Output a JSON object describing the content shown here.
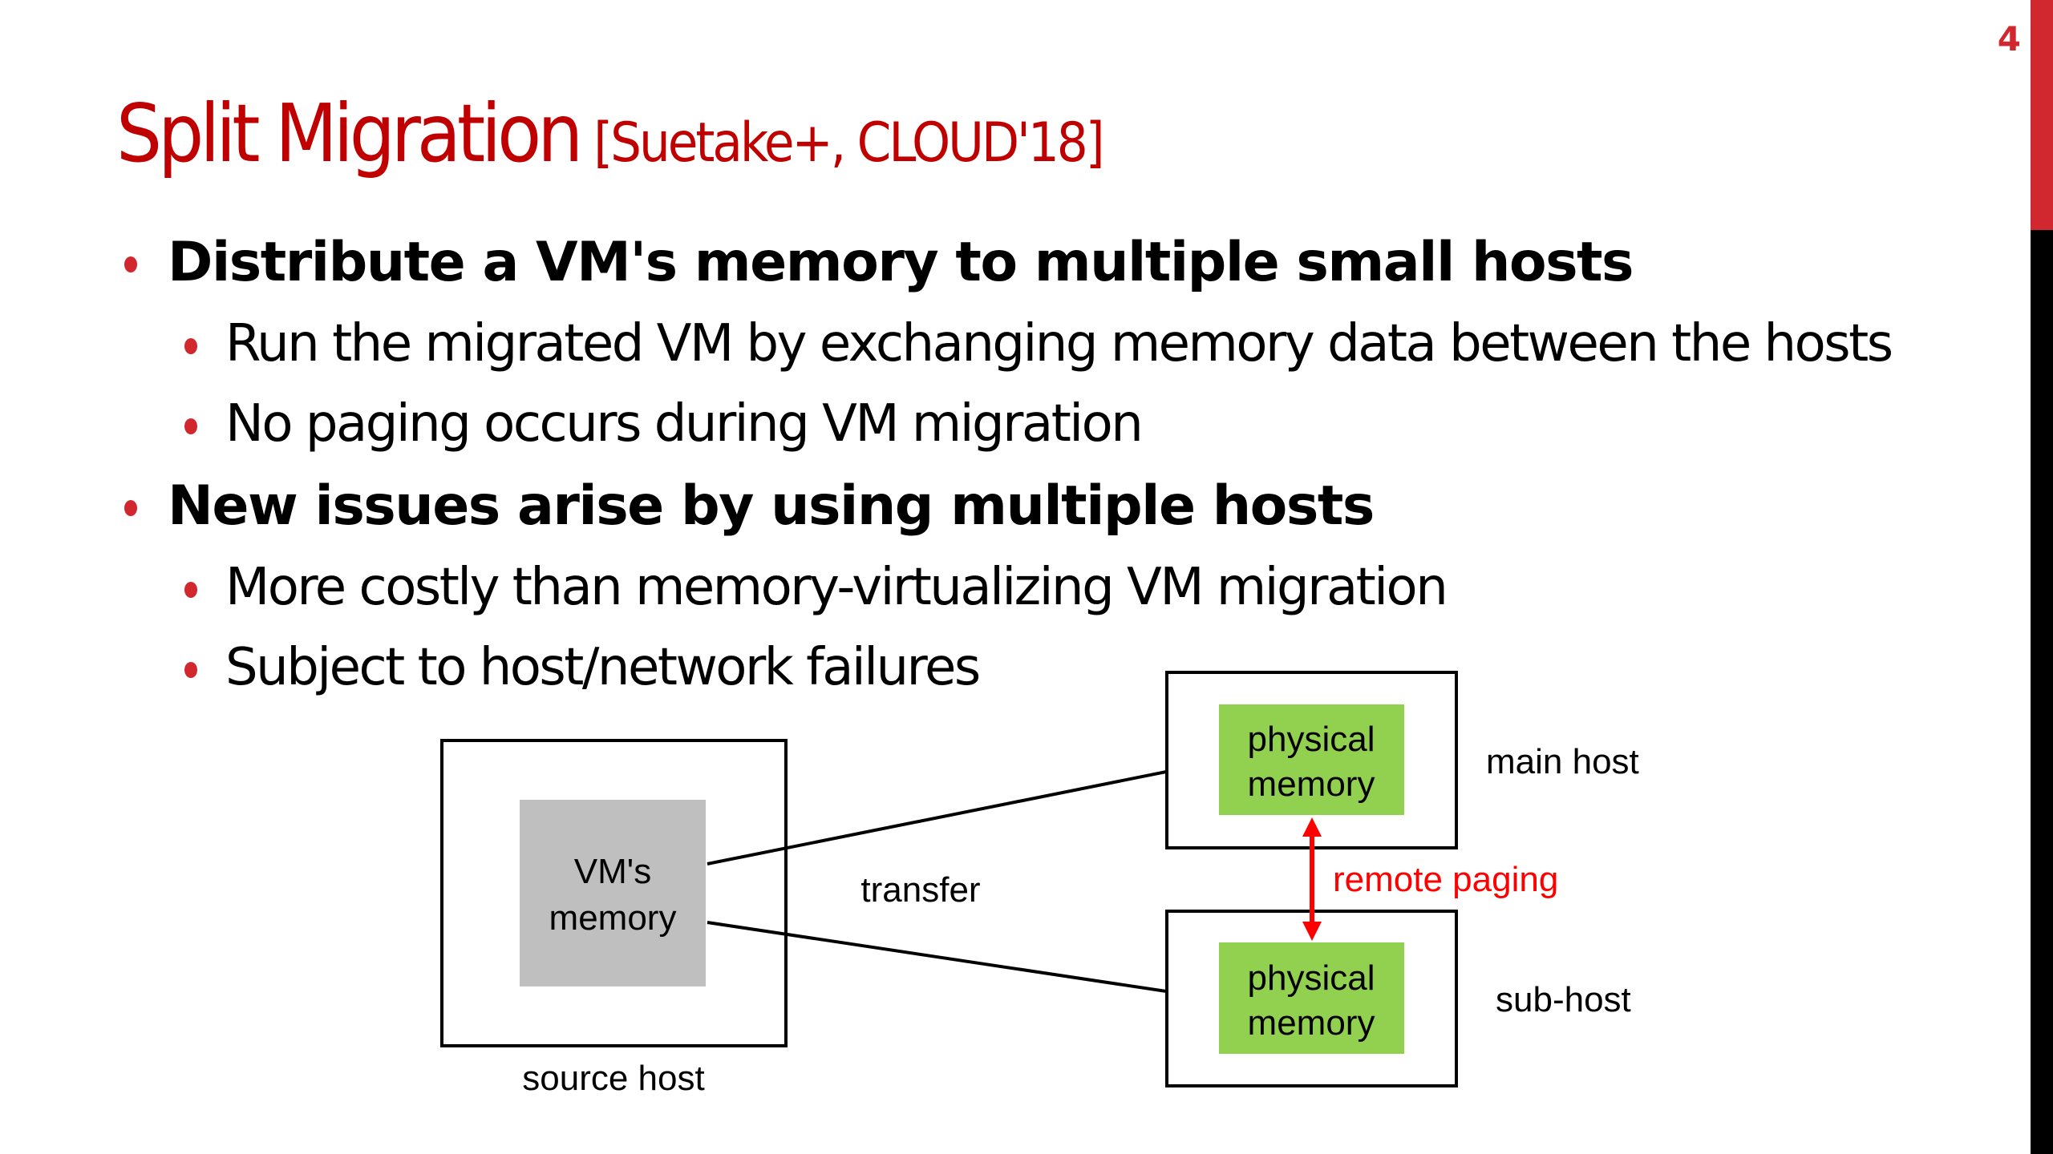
{
  "slide": {
    "page_number": "4",
    "title": "Split Migration",
    "citation": "[Suetake+, CLOUD'18]",
    "accent_color": "#d0282e",
    "title_color": "#c00000"
  },
  "bullets": [
    {
      "level": 1,
      "text": "Distribute a VM's memory to multiple small hosts"
    },
    {
      "level": 2,
      "text": "Run the migrated VM by exchanging memory data between the hosts"
    },
    {
      "level": 2,
      "text": "No paging occurs during VM migration"
    },
    {
      "level": 1,
      "text": "New issues arise by using multiple hosts"
    },
    {
      "level": 2,
      "text": "More costly than memory-virtualizing VM migration"
    },
    {
      "level": 2,
      "text": "Subject to host/network failures"
    }
  ],
  "diagram": {
    "source_host": {
      "label": "source host",
      "memory_line1": "VM's",
      "memory_line2": "memory",
      "memory_color": "#bfbfbf"
    },
    "transfer_label": "transfer",
    "main_host": {
      "label": "main host",
      "memory_line1": "physical",
      "memory_line2": "memory",
      "memory_color": "#92d050"
    },
    "sub_host": {
      "label": "sub-host",
      "memory_line1": "physical",
      "memory_line2": "memory",
      "memory_color": "#92d050"
    },
    "remote_paging_label": "remote paging",
    "remote_paging_color": "#ff0000"
  }
}
